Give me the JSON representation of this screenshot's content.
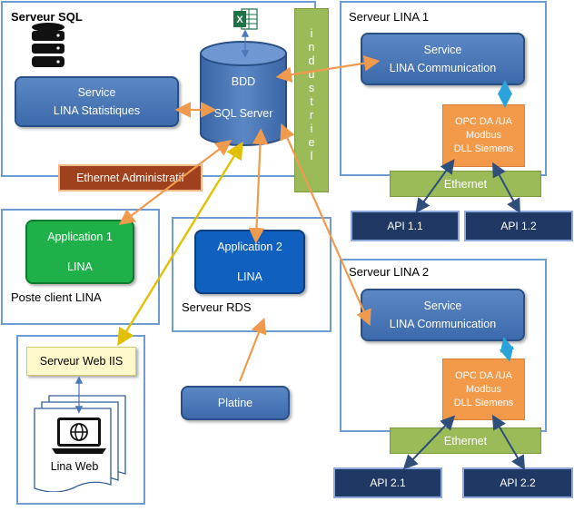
{
  "sql_server": {
    "title": "Serveur SQL"
  },
  "stats_service": {
    "line1": "Service",
    "line2": "LINA Statistiques"
  },
  "db": {
    "line1": "BDD",
    "line2": "SQL Server"
  },
  "industriel_label": "industriel",
  "ethernet_admin": "Ethernet Administratif",
  "lina1": {
    "title": "Serveur LINA 1",
    "service_line1": "Service",
    "service_line2": "LINA Communication",
    "opc_line1": "OPC DA /UA",
    "opc_line2": "Modbus",
    "opc_line3": "DLL Siemens",
    "ethernet": "Ethernet",
    "api_a": "API 1.1",
    "api_b": "API 1.2"
  },
  "lina2": {
    "title": "Serveur LINA 2",
    "service_line1": "Service",
    "service_line2": "LINA Communication",
    "opc_line1": "OPC DA /UA",
    "opc_line2": "Modbus",
    "opc_line3": "DLL Siemens",
    "ethernet": "Ethernet",
    "api_a": "API 2.1",
    "api_b": "API 2.2"
  },
  "client": {
    "app_line1": "Application 1",
    "app_line2": "LINA",
    "caption": "Poste client LINA"
  },
  "rds": {
    "app_line1": "Application 2",
    "app_line2": "LINA",
    "caption": "Serveur RDS"
  },
  "web": {
    "iis": "Serveur Web IIS",
    "lina_web": "Lina Web"
  },
  "platine": "Platine",
  "colors": {
    "frame": "#6f9bd3",
    "service": "#4a78b9",
    "orange": "#f2994a",
    "green": "#9bbb59",
    "api": "#1f3864",
    "arrow_orange": "#f4a460",
    "arrow_yellow": "#e6c800"
  }
}
